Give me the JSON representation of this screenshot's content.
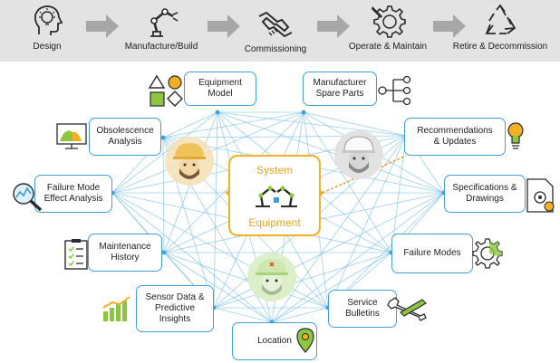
{
  "lifecycle": {
    "stages": [
      {
        "label": "Design",
        "icon": "head-lightbulb-icon"
      },
      {
        "label": "Manufacture/Build",
        "icon": "robot-arm-icon"
      },
      {
        "label": "Commissioning",
        "icon": "handshake-icon"
      },
      {
        "label": "Operate & Maintain",
        "icon": "wrench-gear-icon"
      },
      {
        "label": "Retire & Decommission",
        "icon": "recycle-icon"
      }
    ]
  },
  "center": {
    "line1": "System",
    "line2": "Equipment"
  },
  "nodes": {
    "equipment_model": "Equipment\nModel",
    "spare_parts": "Manufacturer\nSpare Parts",
    "recommendations": "Recommendations\n& Updates",
    "obsolescence": "Obsolescence\nAnalysis",
    "fmea": "Failure Mode\nEffect Analysis",
    "specifications": "Specifications &\nDrawings",
    "maintenance_history": "Maintenance\nHistory",
    "failure_modes": "Failure Modes",
    "sensor_data": "Sensor Data &\nPredictive\nInsights",
    "service_bulletins": "Service\nBulletins",
    "location": "Location"
  },
  "colors": {
    "node_border": "#3f9fd9",
    "center_border": "#f2b022",
    "center_text": "#e7a41b",
    "network_line": "#7cc0e6",
    "dashed_link": "#e29a2b",
    "green_accent": "#8cc63f",
    "top_band": "#e3e3e3"
  }
}
